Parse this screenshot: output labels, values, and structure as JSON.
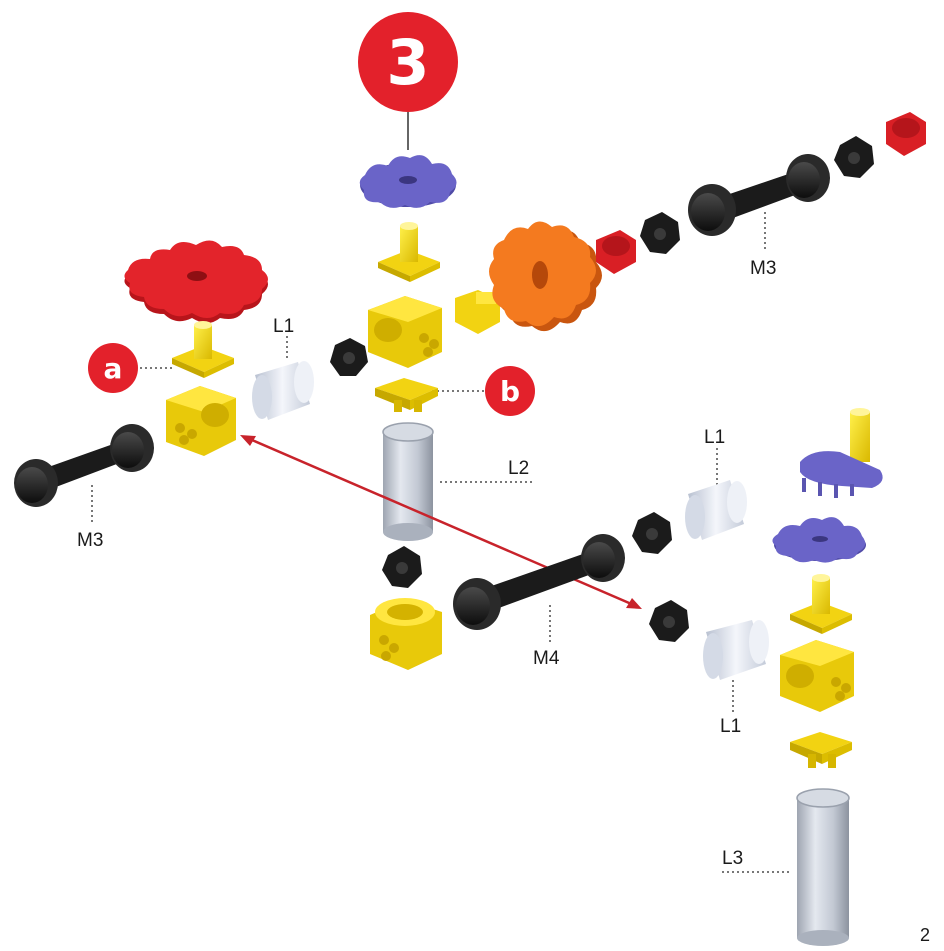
{
  "step": {
    "number": "3"
  },
  "callouts": {
    "a": "a",
    "b": "b"
  },
  "labels": {
    "l1_top": "L1",
    "l2": "L2",
    "m3_left": "M3",
    "m3_right": "M3",
    "l1_right_top": "L1",
    "l1_right_bottom": "L1",
    "m4": "M4",
    "l3": "L3"
  },
  "page_number": "2",
  "colors": {
    "accent_red": "#e3212b",
    "yellow": "#f7dc1e",
    "purple": "#6a64c8",
    "black": "#1b1b1b",
    "grey_tube": "#c7ccd6",
    "white_tube": "#e8ecf5",
    "orange": "#f47a1f",
    "red_part": "#d91f25"
  }
}
